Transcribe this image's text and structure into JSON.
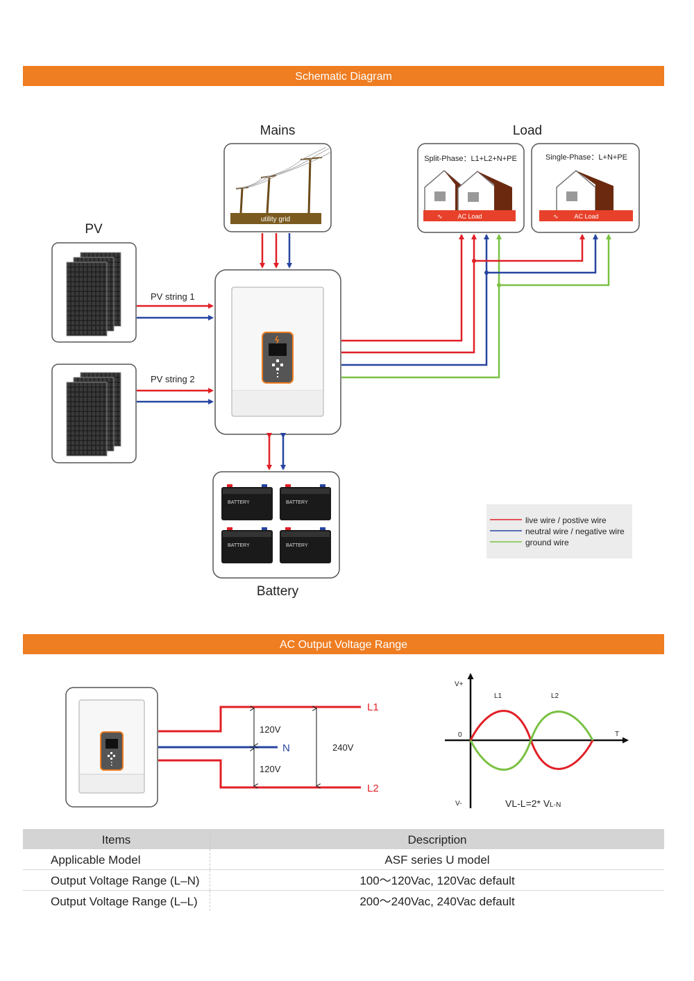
{
  "sections": {
    "schematic_title": "Schematic Diagram",
    "ac_output_title": "AC Output Voltage Range"
  },
  "schematic": {
    "pv_label": "PV",
    "mains_label": "Mains",
    "load_label": "Load",
    "battery_label": "Battery",
    "utility_grid": "utility grid",
    "pv_string_1": "PV string 1",
    "pv_string_2": "PV string 2",
    "split_phase": "Split-Phase：L1+L2+N+PE",
    "single_phase": "Single-Phase：L+N+PE",
    "ac_load": "AC Load",
    "battery_text": "BATTERY",
    "legend": [
      {
        "label": "live wire / postive wire",
        "color": "#e11f26"
      },
      {
        "label": "neutral wire / negative wire",
        "color": "#2745a0"
      },
      {
        "label": "ground wire",
        "color": "#7ac143"
      }
    ]
  },
  "ac_output": {
    "l1": "L1",
    "l2": "L2",
    "n": "N",
    "v120_top": "120V",
    "v120_bottom": "120V",
    "v240": "240V",
    "wave": {
      "v_plus": "V+",
      "v_minus": "V-",
      "zero": "0",
      "t": "T",
      "l1": "L1",
      "l2": "L2",
      "formula_main": "VL-L=2* V",
      "formula_sub": "L-N"
    }
  },
  "table": {
    "headers": [
      "Items",
      "Description"
    ],
    "rows": [
      [
        "Applicable Model",
        "ASF series U model"
      ],
      [
        "Output Voltage Range (L–N)",
        "100～120Vac, 120Vac default"
      ],
      [
        "Output Voltage Range (L–L)",
        "200～240Vac,  240Vac default"
      ]
    ]
  },
  "colors": {
    "accent": "#ef7d22",
    "live": "#e11f26",
    "neutral": "#2745a0",
    "ground": "#7ac143"
  }
}
